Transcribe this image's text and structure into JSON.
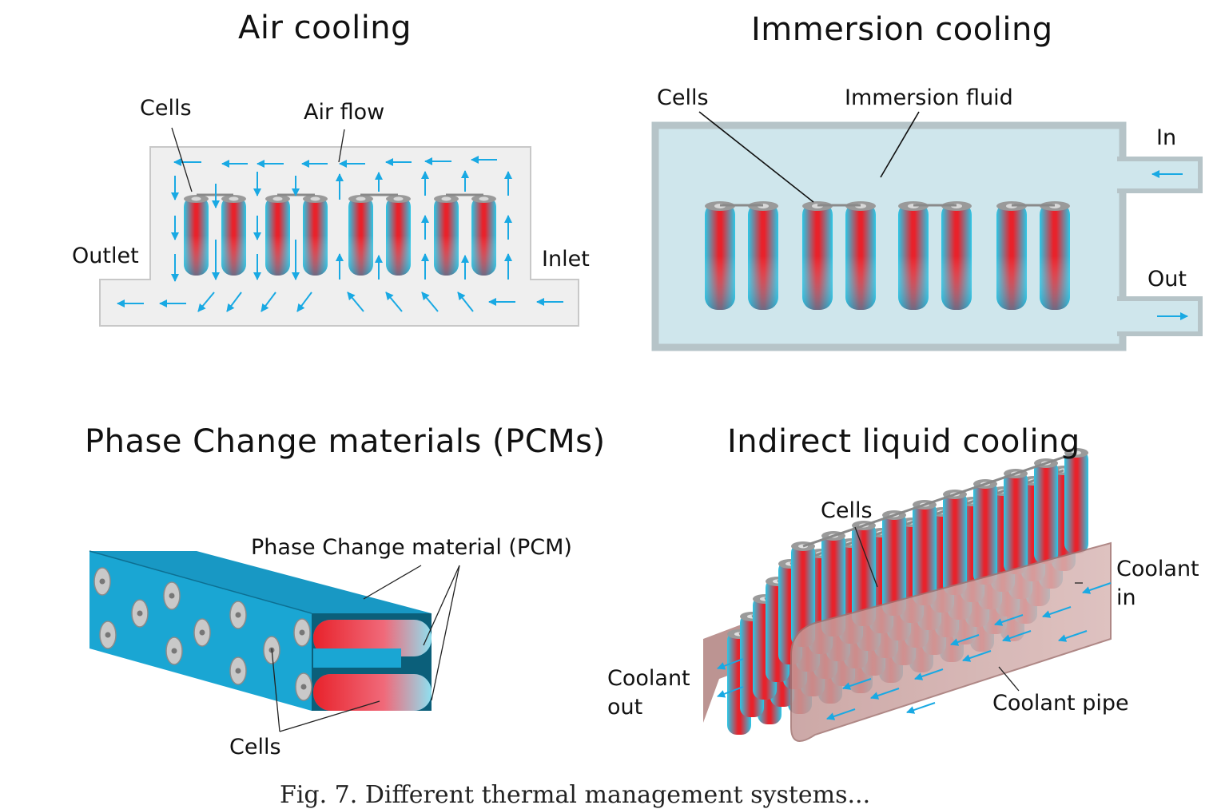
{
  "panels": {
    "air": {
      "title": "Air cooling",
      "labels": {
        "cells": "Cells",
        "air_flow": "Air flow",
        "outlet": "Outlet",
        "inlet": "Inlet"
      }
    },
    "immersion": {
      "title": "Immersion cooling",
      "labels": {
        "cells": "Cells",
        "fluid": "Immersion fluid",
        "in": "In",
        "out": "Out"
      }
    },
    "pcm": {
      "title": "Phase Change materials (PCMs)",
      "labels": {
        "pcm": "Phase Change material (PCM)",
        "cells": "Cells"
      }
    },
    "indirect": {
      "title": "Indirect liquid cooling",
      "labels": {
        "cells": "Cells",
        "coolant_in_1": "Coolant",
        "coolant_in_2": "in",
        "coolant_out_1": "Coolant",
        "coolant_out_2": "out",
        "coolant_pipe": "Coolant pipe"
      }
    }
  },
  "caption": {
    "prefix": "Fig. 7. Different thermal management systems...",
    "ref": ""
  },
  "colors": {
    "arrow": "#19a9e3",
    "cell_cyan": "#29c8e8",
    "cell_red": "#e8222b",
    "pcm_block": "#1aa6d3",
    "immersion_fluid": "#cfe6ec",
    "duct_fill": "#efefef"
  }
}
